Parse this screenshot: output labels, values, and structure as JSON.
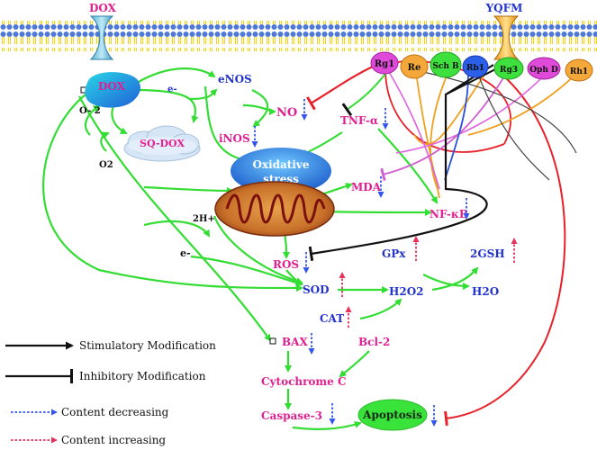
{
  "channels": {
    "left": "DOX",
    "right": "YQFM"
  },
  "ginsenosides": {
    "rg1": "Rg1",
    "re": "Re",
    "sch_b": "Sch B",
    "rb1": "Rb1",
    "rg3": "Rg3",
    "oph_d": "Oph D",
    "rh1": "Rh1"
  },
  "nodes": {
    "dox": "DOX",
    "sq_dox": "SQ-DOX",
    "o2_minus": "O- 2",
    "o2": "O2",
    "e_minus_top": "e-",
    "enos": "eNOS",
    "inos": "iNOS",
    "no": "NO",
    "tnf": "TNF-α",
    "oxidative_stress_line1": "Oxidative",
    "oxidative_stress_line2": "stress",
    "mda": "MDA",
    "nfkb": "NF-κB",
    "h_plus": "2H+",
    "e_minus_left": "e-",
    "ros": "ROS",
    "sod": "SOD",
    "h2o2": "H2O2",
    "gpx": "GPx",
    "gsh": "2GSH",
    "h2o": "H2O",
    "cat": "CAT",
    "bax": "BAX",
    "bcl2": "Bcl-2",
    "cytc": "Cytochrome C",
    "casp3": "Caspase-3",
    "apoptosis": "Apoptosis"
  },
  "legend": {
    "stimulatory": "Stimulatory Modification",
    "inhibitory": "Inhibitory Modification",
    "decreasing": "Content decreasing",
    "increasing": "Content increasing"
  },
  "colors": {
    "stimulate": "#33dd33",
    "inhibit_red": "#e8202a",
    "orange": "#f0a020",
    "magenta": "#e060e0",
    "decrease": "#3355ee",
    "increase": "#e8305a",
    "label_blue": "#2233cc",
    "label_pink": "#e02090"
  }
}
